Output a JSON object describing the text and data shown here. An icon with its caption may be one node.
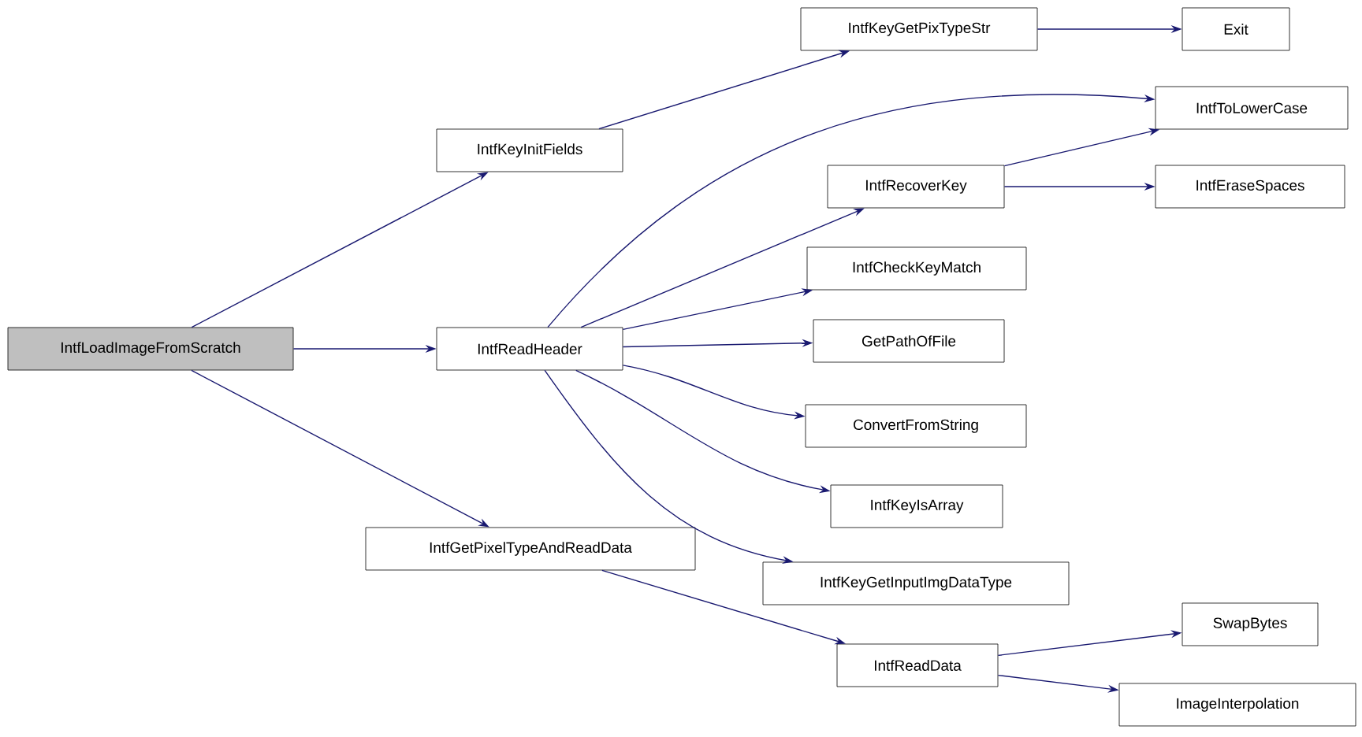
{
  "diagram": {
    "nodes": [
      {
        "text": [
          "IntfLoadImageFromScratch"
        ]
      },
      {
        "text": [
          "IntfKeyInitFields"
        ]
      },
      {
        "text": [
          "IntfKeyGetPixTypeStr"
        ]
      },
      {
        "text": [
          "Exit"
        ]
      },
      {
        "text": [
          "IntfReadHeader"
        ]
      },
      {
        "text": [
          "IntfToLowerCase"
        ]
      },
      {
        "text": [
          "IntfRecoverKey"
        ]
      },
      {
        "text": [
          "IntfEraseSpaces"
        ]
      },
      {
        "text": [
          "IntfCheckKeyMatch"
        ]
      },
      {
        "text": [
          "GetPathOfFile"
        ]
      },
      {
        "text": [
          "ConvertFromString"
        ]
      },
      {
        "text": [
          "IntfKeyIsArray"
        ]
      },
      {
        "text": [
          "IntfGetPixelTypeAndReadData"
        ]
      },
      {
        "text": [
          "IntfKeyGetInputImgDataType"
        ]
      },
      {
        "text": [
          "IntfReadData"
        ]
      },
      {
        "text": [
          "SwapBytes"
        ]
      },
      {
        "text": [
          "ImageInterpolation"
        ]
      }
    ],
    "edges": [
      {
        "from": 0,
        "to": 1,
        "arrow": "to"
      },
      {
        "from": 0,
        "to": 4,
        "arrow": "to"
      },
      {
        "from": 0,
        "to": 12,
        "arrow": "to"
      },
      {
        "from": 1,
        "to": 2,
        "arrow": "to"
      },
      {
        "from": 2,
        "to": 3,
        "arrow": "to"
      },
      {
        "from": 4,
        "to": 5,
        "arrow": "to"
      },
      {
        "from": 4,
        "to": 6,
        "arrow": "to"
      },
      {
        "from": 4,
        "to": 8,
        "arrow": "to"
      },
      {
        "from": 4,
        "to": 9,
        "arrow": "to"
      },
      {
        "from": 4,
        "to": 10,
        "arrow": "to"
      },
      {
        "from": 4,
        "to": 11,
        "arrow": "to"
      },
      {
        "from": 4,
        "to": 13,
        "arrow": "to"
      },
      {
        "from": 6,
        "to": 5,
        "arrow": "to"
      },
      {
        "from": 6,
        "to": 7,
        "arrow": "to"
      },
      {
        "from": 12,
        "to": 14,
        "arrow": "to"
      },
      {
        "from": 14,
        "to": 15,
        "arrow": "to"
      },
      {
        "from": 14,
        "to": 16,
        "arrow": "to"
      }
    ]
  }
}
